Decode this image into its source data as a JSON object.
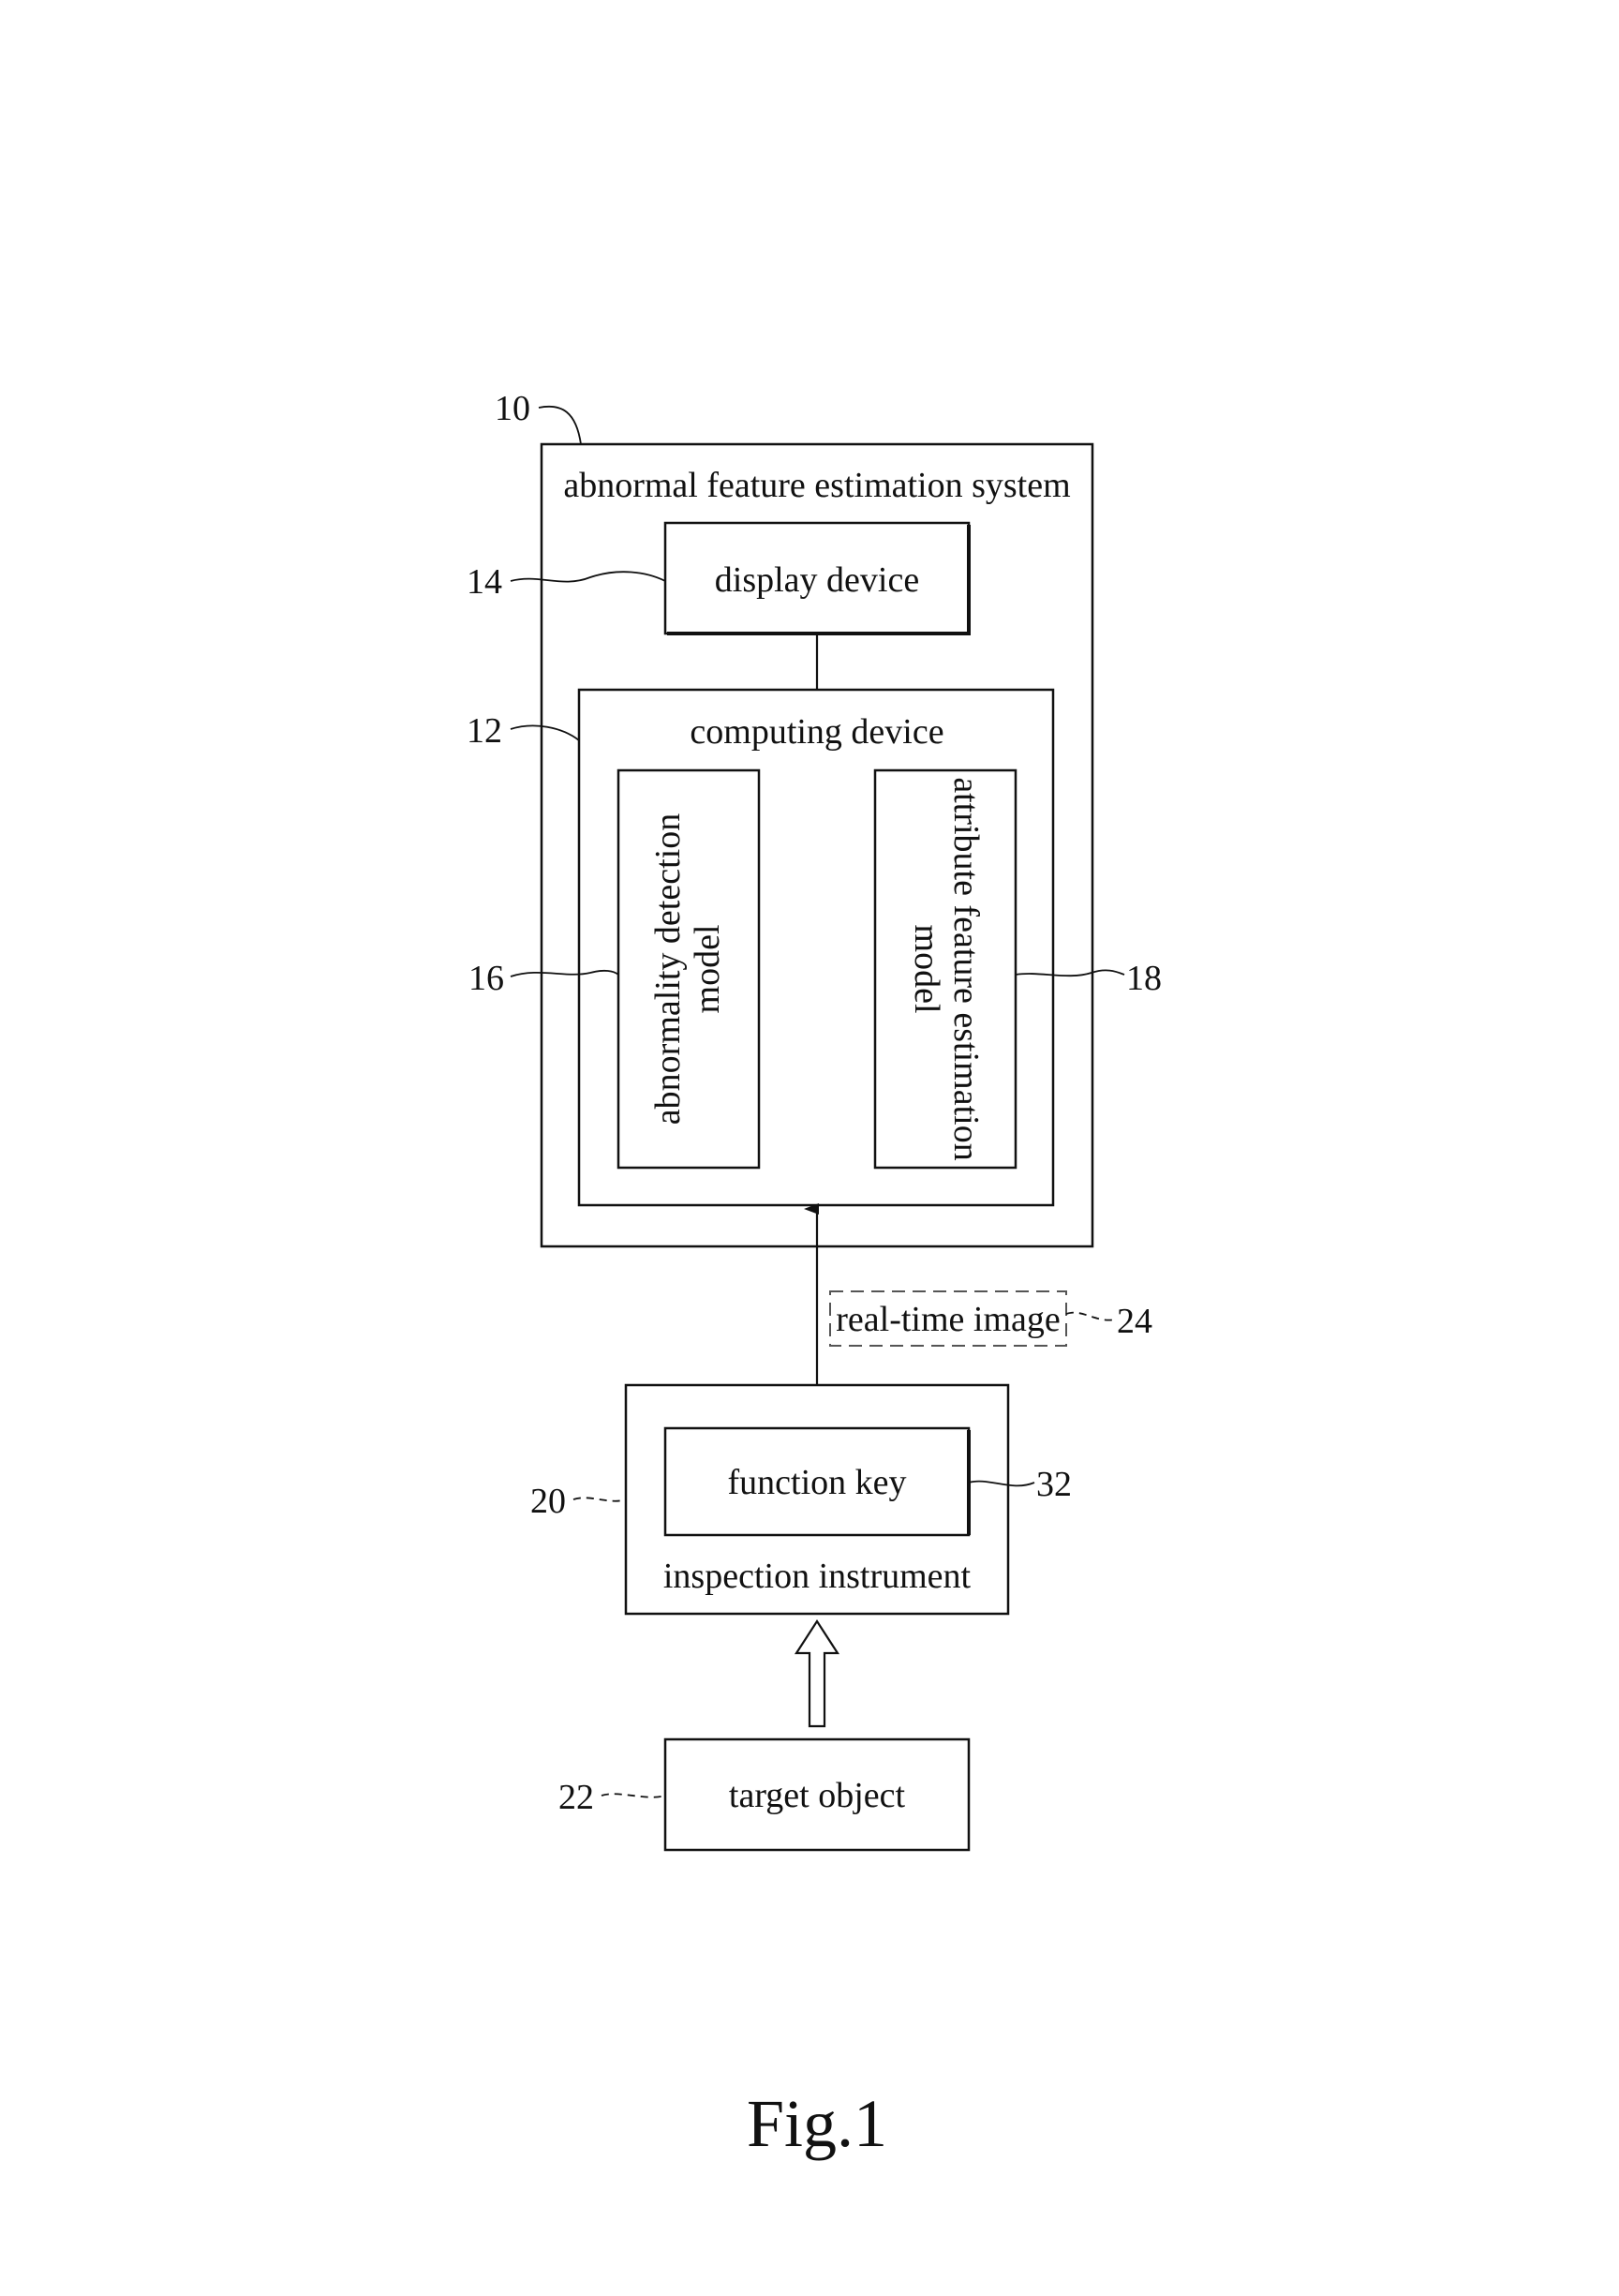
{
  "labels": {
    "system": "abnormal feature estimation system",
    "display": "display device",
    "computing": "computing device",
    "abnormality_line1": "abnormality detection",
    "abnormality_line2": "model",
    "attribute_line1": "attribute feature estimation",
    "attribute_line2": "model",
    "realtime": "real-time image",
    "function_key": "function key",
    "inspection": "inspection instrument",
    "target": "target object"
  },
  "refs": {
    "system": "10",
    "display": "14",
    "computing": "12",
    "abnormality": "16",
    "attribute": "18",
    "realtime": "24",
    "inspection": "20",
    "function_key": "32",
    "target": "22"
  },
  "caption": "Fig.1"
}
